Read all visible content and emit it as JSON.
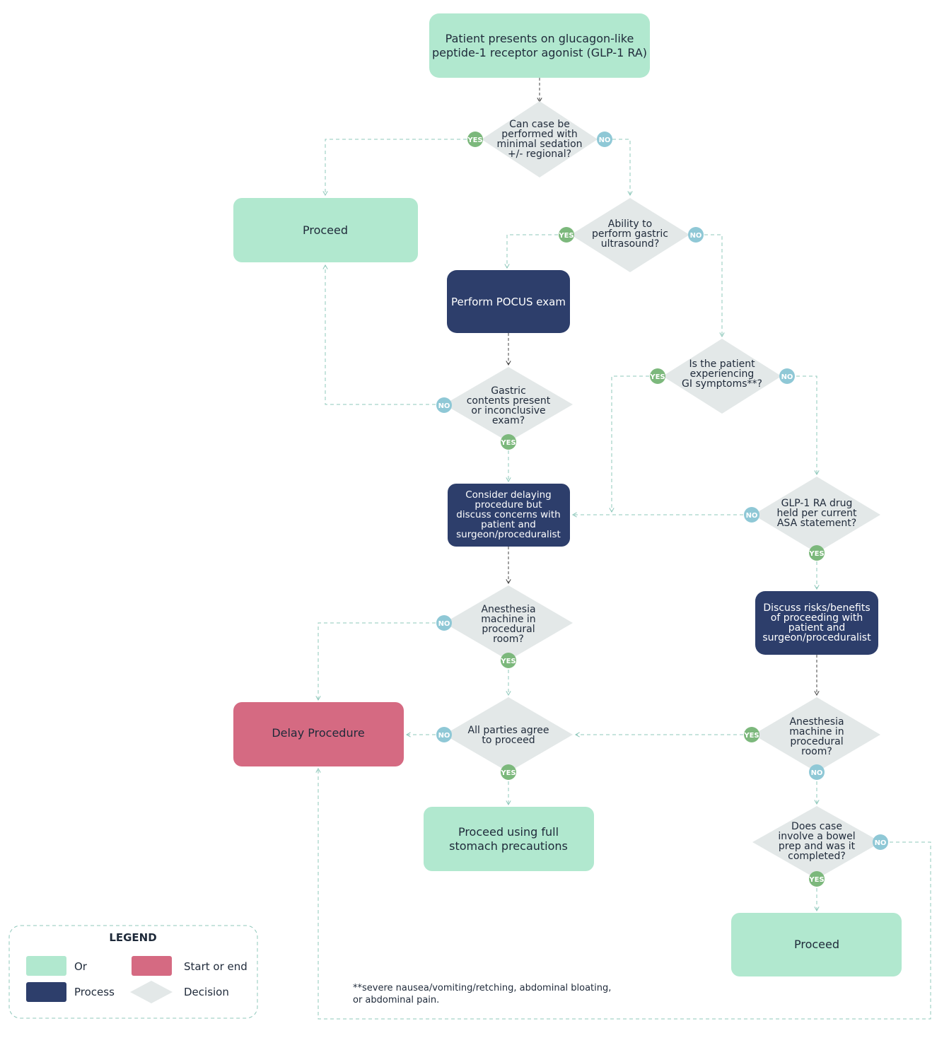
{
  "colors": {
    "or_fill": "#b1e8cf",
    "process_fill": "#2d3e6b",
    "start_end_fill": "#d56a82",
    "decision_fill": "#e3e8e8",
    "yes_badge": "#7cb87c",
    "no_badge": "#8fc8d6",
    "connector": "#8fc8bb",
    "text_dark": "#1f2a3a",
    "text_light": "#ffffff"
  },
  "nodes": {
    "start": [
      "Patient presents on glucagon-like",
      "peptide-1 receptor agonist (GLP-1 RA)"
    ],
    "q_min_sedation": [
      "Can case be",
      "performed with",
      "minimal sedation",
      "+/- regional?"
    ],
    "proceed_1": [
      "Proceed"
    ],
    "q_gastric_us": [
      "Ability to",
      "perform gastric",
      "ultrasound?"
    ],
    "pocus": [
      "Perform POCUS exam"
    ],
    "q_gi_symptoms": [
      "Is the patient",
      "experiencing",
      "GI symptoms**?"
    ],
    "q_gastric_contents": [
      "Gastric",
      "contents present",
      "or inconclusive",
      "exam?"
    ],
    "consider_delay": [
      "Consider delaying",
      "procedure but",
      "discuss concerns with",
      "patient and",
      "surgeon/proceduralist"
    ],
    "q_glp_held": [
      "GLP-1 RA drug",
      "held per current",
      "ASA statement?"
    ],
    "discuss_risks": [
      "Discuss risks/benefits",
      "of proceeding with",
      "patient and",
      "surgeon/proceduralist"
    ],
    "q_anes_left": [
      "Anesthesia",
      "machine in",
      "procedural",
      "room?"
    ],
    "delay": [
      "Delay Procedure"
    ],
    "q_all_agree": [
      "All parties agree",
      "to proceed"
    ],
    "q_anes_right": [
      "Anesthesia",
      "machine in",
      "procedural",
      "room?"
    ],
    "proceed_full": [
      "Proceed using full",
      "stomach precautions"
    ],
    "q_bowel_prep": [
      "Does case",
      "involve a bowel",
      "prep and was it",
      "completed?"
    ],
    "proceed_2": [
      "Proceed"
    ]
  },
  "badges": {
    "yes": "YES",
    "no": "NO"
  },
  "legend": {
    "title": "LEGEND",
    "or": "Or",
    "start_or_end": "Start or end",
    "process": "Process",
    "decision": "Decision"
  },
  "footnote": [
    "**severe nausea/vomiting/retching, abdominal bloating,",
    "or abdominal pain."
  ]
}
